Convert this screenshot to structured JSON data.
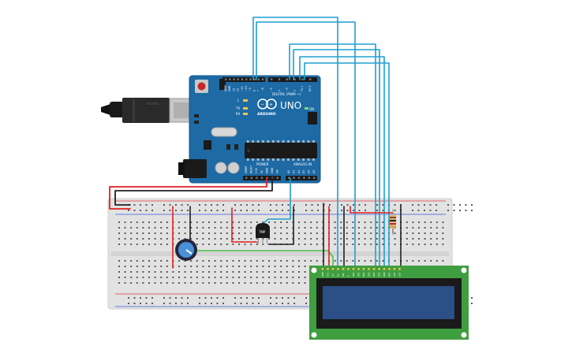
{
  "board": {
    "brand": "ARDUINO",
    "model": "UNO",
    "digital_label": "DIGITAL (PWM ~)",
    "power_label": "POWER",
    "analog_label": "ANALOG IN",
    "on_label": "ON",
    "led_labels": [
      "L",
      "TX",
      "RX"
    ],
    "digital_pins": [
      "AREF",
      "GND",
      "13",
      "12",
      "~11",
      "~10",
      "~9",
      "8",
      "7",
      "~6",
      "~5",
      "4",
      "~3",
      "2",
      "TX 1",
      "RX 0"
    ],
    "power_pins": [
      "IOREF",
      "RESET",
      "3.3V",
      "5V",
      "GND",
      "GND",
      "Vin"
    ],
    "analog_pins": [
      "A0",
      "A1",
      "A2",
      "A3",
      "A4",
      "A5"
    ]
  },
  "sensor": {
    "label": "TMP"
  },
  "lcd": {
    "pins": [
      "GND",
      "VCC",
      "V0",
      "RS",
      "RW",
      "E",
      "DB0",
      "DB1",
      "DB2",
      "DB3",
      "DB4",
      "DB5",
      "DB6",
      "DB7",
      "LED",
      "LED"
    ]
  },
  "colors": {
    "board": "#1d6aa5",
    "board_edge": "#175a8c",
    "breadboard": "#e2e2e2",
    "breadboard_edge": "#d0d0d0",
    "wire_signal": "#1f9fd0",
    "wire_power": "#e02020",
    "wire_ground": "#202020",
    "wire_contrast": "#4cc04c",
    "lcd_pcb": "#3f9e3f",
    "lcd_screen": "#2b4f86",
    "lcd_bezel": "#1a1a1a"
  }
}
